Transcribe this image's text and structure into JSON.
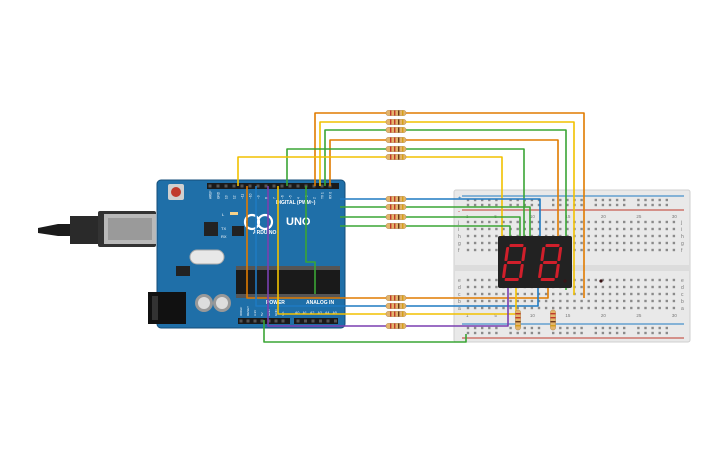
{
  "arduino": {
    "logo_text": "ARDUINO",
    "model_text": "UNO",
    "digital_header_label": "DIGITAL (PWM~)",
    "power_header_label": "POWER",
    "analog_header_label": "ANALOG IN",
    "led_labels": [
      "L",
      "TX",
      "RX"
    ],
    "power_pin_labels": [
      "IOREF",
      "RESET",
      "3.3V",
      "5V",
      "GND",
      "GND",
      "Vin"
    ],
    "analog_pin_labels": [
      "A0",
      "A1",
      "A2",
      "A3",
      "A4",
      "A5"
    ],
    "digital_pin_labels": [
      "AREF",
      "GND",
      "13",
      "12",
      "~11",
      "~10",
      "~9",
      "8",
      "7",
      "~6",
      "~5",
      "4",
      "~3",
      "2",
      "TX 1",
      "RX 0"
    ]
  },
  "breadboard": {
    "row_letters_top": [
      "j",
      "i",
      "h",
      "g",
      "f"
    ],
    "row_letters_bottom": [
      "e",
      "d",
      "c",
      "b",
      "a"
    ],
    "column_numbers": [
      "1",
      "5",
      "10",
      "15",
      "20",
      "25",
      "30"
    ],
    "rail_signs": [
      "+",
      "-"
    ]
  },
  "display": {
    "digits": [
      "8",
      "8"
    ],
    "segment_color": "#d11f2b",
    "off_color": "#3a1416"
  },
  "colors": {
    "board": "#1f6fa8",
    "wire_green": "#3aa535",
    "wire_orange": "#e07b00",
    "wire_yellow": "#f2c100",
    "wire_blue": "#1f7ac2",
    "wire_purple": "#7a3fb0",
    "resistor_body": "#e3b46b"
  }
}
